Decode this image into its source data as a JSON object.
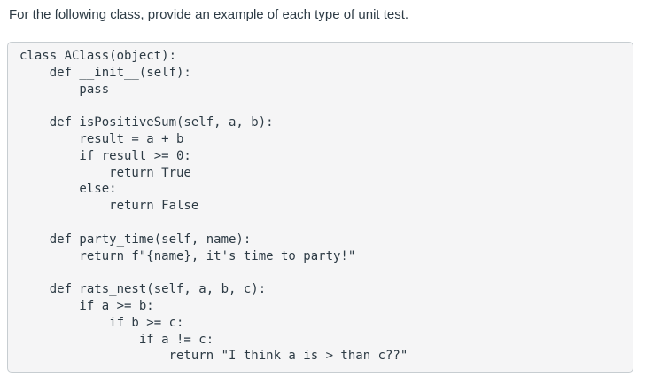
{
  "question": {
    "prompt": "For the following class, provide an example of each type of unit test."
  },
  "code": {
    "lines": [
      "class AClass(object):",
      "    def __init__(self):",
      "        pass",
      "",
      "    def isPositiveSum(self, a, b):",
      "        result = a + b",
      "        if result >= 0:",
      "            return True",
      "        else:",
      "            return False",
      "",
      "    def party_time(self, name):",
      "        return f\"{name}, it's time to party!\"",
      "",
      "    def rats_nest(self, a, b, c):",
      "        if a >= b:",
      "            if b >= c:",
      "                if a != c:",
      "                    return \"I think a is > than c??\""
    ]
  },
  "colors": {
    "text": "#2d3b45",
    "code_background": "#f5f5f6",
    "code_border": "#c7cdd1",
    "page_background": "#ffffff"
  }
}
